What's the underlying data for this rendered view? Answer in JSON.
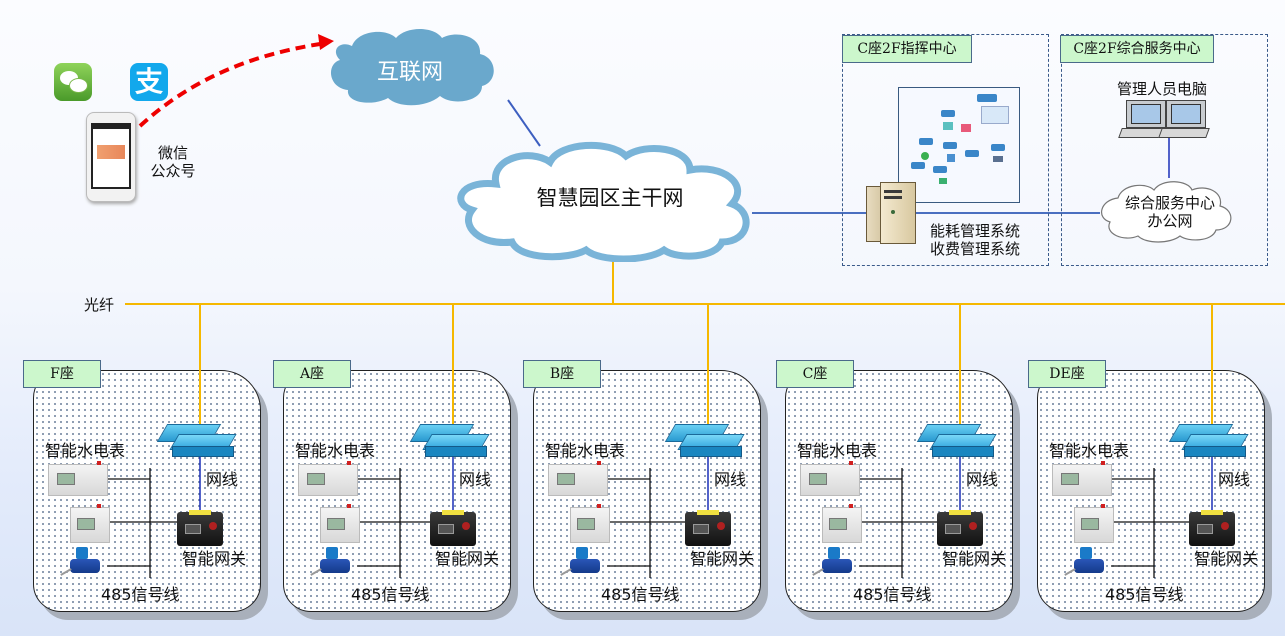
{
  "title": "智慧园区能耗管理系统网络拓扑图",
  "internet": {
    "label": "互联网"
  },
  "backbone": {
    "label": "智慧园区主干网"
  },
  "mobile": {
    "label_line1": "微信",
    "label_line2": "公众号",
    "apps": [
      "wechat-icon",
      "alipay-icon"
    ]
  },
  "command_center": {
    "title": "C座2F指挥中心",
    "server_label_line1": "能耗管理系统",
    "server_label_line2": "收费管理系统"
  },
  "service_center": {
    "title": "C座2F综合服务中心",
    "pc_label": "管理人员电脑",
    "office_net_line1": "综合服务中心",
    "office_net_line2": "办公网"
  },
  "fiber_label": "光纤",
  "buildings": [
    {
      "name": "F座",
      "meters_label": "智能水电表",
      "net_cable": "网线",
      "gateway": "智能网关",
      "bus": "485信号线"
    },
    {
      "name": "A座",
      "meters_label": "智能水电表",
      "net_cable": "网线",
      "gateway": "智能网关",
      "bus": "485信号线"
    },
    {
      "name": "B座",
      "meters_label": "智能水电表",
      "net_cable": "网线",
      "gateway": "智能网关",
      "bus": "485信号线"
    },
    {
      "name": "C座",
      "meters_label": "智能水电表",
      "net_cable": "网线",
      "gateway": "智能网关",
      "bus": "485信号线"
    },
    {
      "name": "DE座",
      "meters_label": "智能水电表",
      "net_cable": "网线",
      "gateway": "智能网关",
      "bus": "485信号线"
    }
  ],
  "colors": {
    "fiber": "#f5b800",
    "ethernet": "#1a2fb8",
    "backbone_link": "#4a6fc0",
    "internet_link": "#e00000",
    "cloud_internet": "#6aa8cc",
    "label_bg": "#ccf7cc"
  }
}
